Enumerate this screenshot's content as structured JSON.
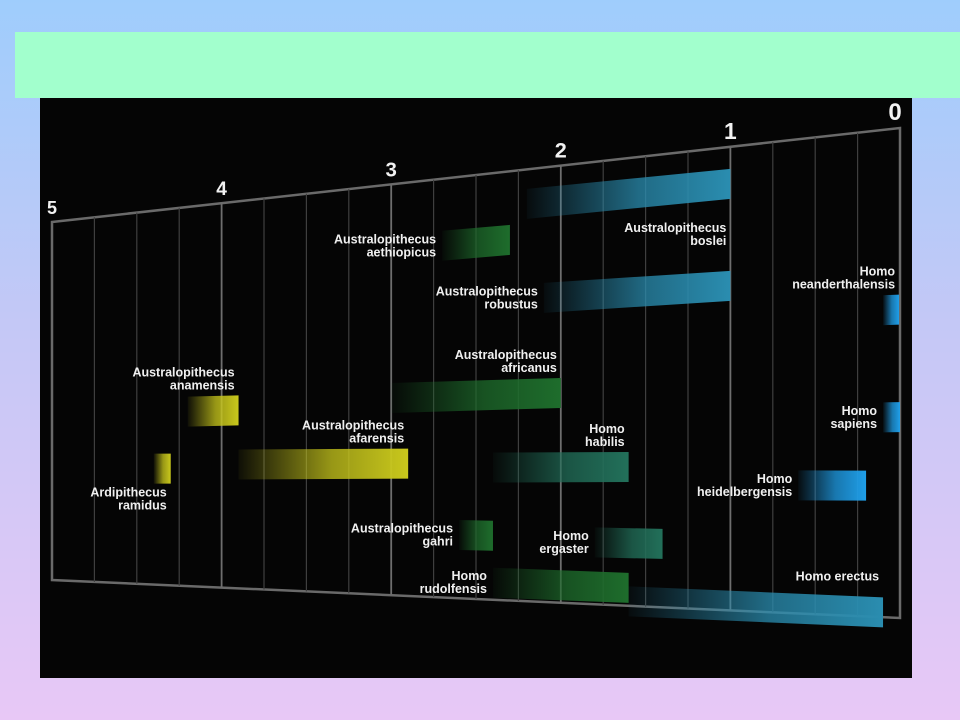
{
  "title": "",
  "chart_data": {
    "type": "bar",
    "orientation": "horizontal-timeline",
    "x_axis_ticks": [
      "5",
      "4",
      "3",
      "2",
      "1",
      "0"
    ],
    "xlim": [
      5,
      0
    ],
    "grid": true,
    "colors": {
      "australopithecus": "#c9c81c",
      "robust": "#1e6d2c",
      "homo_early": "#22705a",
      "homo_late": "#2a8db0",
      "homo_modern": "#1f9ee8"
    },
    "bars": [
      {
        "label": [
          "Australopithecus",
          "aethiopicus"
        ],
        "start": 2.7,
        "end": 2.3,
        "color_group": "robust",
        "label_side": "left"
      },
      {
        "label": [
          "Australopithecus",
          "boslei"
        ],
        "start": 2.2,
        "end": 1.0,
        "color_group": "homo_late",
        "label_side": "below"
      },
      {
        "label": [
          "Homo",
          "neanderthalensis"
        ],
        "start": 0.1,
        "end": 0.03,
        "color_group": "homo_modern",
        "label_side": "above"
      },
      {
        "label": [
          "Australopithecus",
          "robustus"
        ],
        "start": 2.1,
        "end": 1.0,
        "color_group": "homo_late",
        "label_side": "left"
      },
      {
        "label": [
          "Australopithecus",
          "africanus"
        ],
        "start": 3.0,
        "end": 2.0,
        "color_group": "robust",
        "label_side": "above"
      },
      {
        "label": [
          "Homo",
          "sapiens"
        ],
        "start": 0.1,
        "end": 0.0,
        "color_group": "homo_modern",
        "label_side": "left"
      },
      {
        "label": [
          "Australopithecus",
          "anamensis"
        ],
        "start": 4.2,
        "end": 3.9,
        "color_group": "australopithecus",
        "label_side": "above"
      },
      {
        "label": [
          "Australopithecus",
          "afarensis"
        ],
        "start": 3.9,
        "end": 2.9,
        "color_group": "australopithecus",
        "label_side": "above"
      },
      {
        "label": [
          "Homo",
          "habilis"
        ],
        "start": 2.4,
        "end": 1.6,
        "color_group": "homo_early",
        "label_side": "above"
      },
      {
        "label": [
          "Homo",
          "heidelbergensis"
        ],
        "start": 0.6,
        "end": 0.2,
        "color_group": "homo_modern",
        "label_side": "left"
      },
      {
        "label": [
          "Ardipithecus",
          "ramidus"
        ],
        "start": 4.4,
        "end": 4.3,
        "color_group": "australopithecus",
        "label_side": "below"
      },
      {
        "label": [
          "Australopithecus",
          "gahri"
        ],
        "start": 2.6,
        "end": 2.4,
        "color_group": "robust",
        "label_side": "left"
      },
      {
        "label": [
          "Homo",
          "ergaster"
        ],
        "start": 1.8,
        "end": 1.4,
        "color_group": "homo_early",
        "label_side": "left"
      },
      {
        "label": [
          "Homo",
          "rudolfensis"
        ],
        "start": 2.4,
        "end": 1.6,
        "color_group": "robust",
        "label_side": "left"
      },
      {
        "label": [
          "Homo erectus"
        ],
        "start": 1.6,
        "end": 0.1,
        "color_group": "homo_late",
        "label_side": "above"
      }
    ]
  }
}
